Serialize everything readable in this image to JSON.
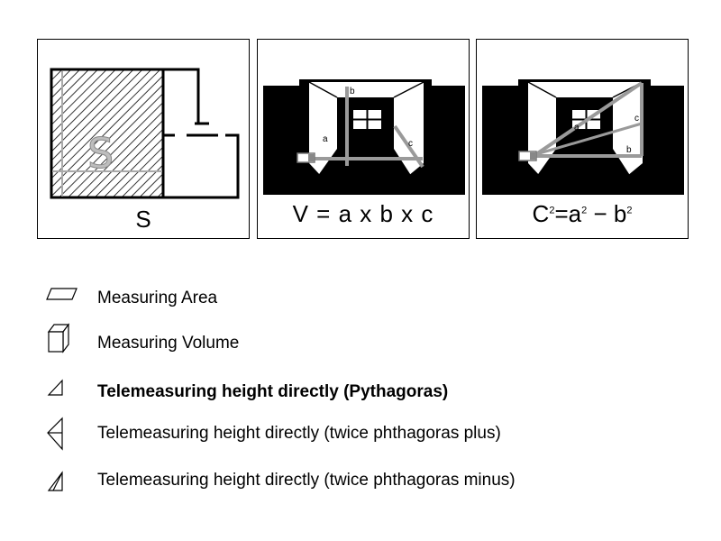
{
  "panels": {
    "area": {
      "caption": "S",
      "shape_label": "S"
    },
    "volume": {
      "formula": "V = a x b x c",
      "labels": {
        "a": "a",
        "b": "b",
        "c": "c"
      }
    },
    "pythagoras": {
      "formula": {
        "c": "C",
        "c_exp": "2",
        "eq": "=a",
        "a_exp": "2",
        "minus": "−  b",
        "b_exp": "2"
      },
      "labels": {
        "a": "a",
        "b": "b",
        "c": "c"
      }
    }
  },
  "legend": [
    {
      "icon": "parallelogram-icon",
      "label": "Measuring Area"
    },
    {
      "icon": "cube-icon",
      "label": "Measuring Volume"
    },
    {
      "icon": "triangle-icon",
      "label": "Telemeasuring height directly (Pythagoras)"
    },
    {
      "icon": "double-triangle-icon",
      "label": "Telemeasuring height directly (twice phthagoras plus)"
    },
    {
      "icon": "split-triangle-icon",
      "label": "Telemeasuring height directly (twice phthagoras minus)"
    }
  ]
}
